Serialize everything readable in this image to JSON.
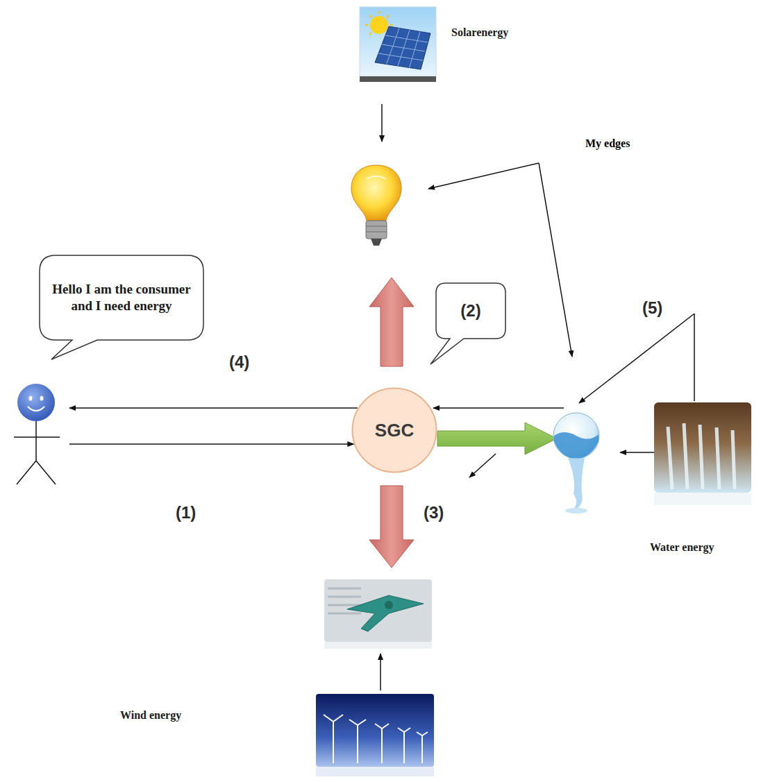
{
  "diagram": {
    "nodes": [
      {
        "text": [
          "Solarenergy"
        ]
      },
      {
        "text": [
          "Hello I am the consumer and I need energy"
        ]
      },
      {
        "text": [
          "(2)"
        ]
      },
      {
        "text": [
          "SGC"
        ]
      },
      {
        "text": [
          "Water energy"
        ]
      },
      {
        "text": [
          "Wind energy"
        ]
      }
    ],
    "edges": [
      {
        "from": 3,
        "to": 1,
        "arrow": "to"
      },
      {
        "from": 1,
        "to": 3,
        "arrow": "to"
      }
    ],
    "labels": [
      "My edges",
      "(4)",
      "(5)",
      "(1)",
      "(3)"
    ]
  }
}
